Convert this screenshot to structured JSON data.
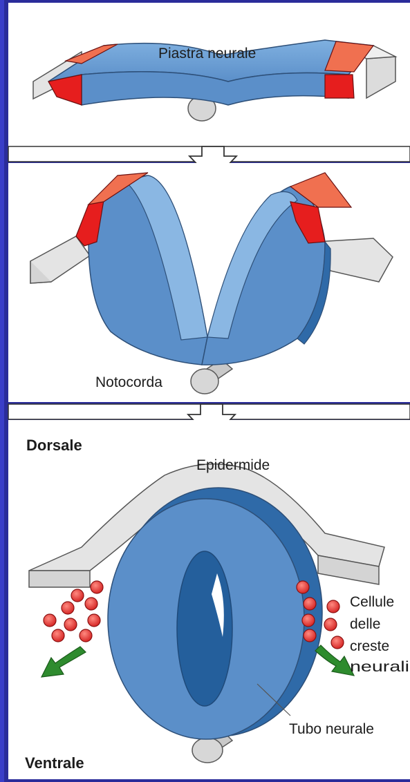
{
  "panels": {
    "top": {
      "label_plate": "Piastra neurale"
    },
    "middle": {
      "label_notochord": "Notocorda"
    },
    "bottom": {
      "label_dorsal": "Dorsale",
      "label_epidermis": "Epidermide",
      "label_neural_crest": [
        "Cellule",
        "delle",
        "creste",
        "neurali"
      ],
      "label_neural_tube": "Tubo neurale",
      "label_ventral": "Ventrale"
    }
  },
  "colors": {
    "slide_background": "#2a2c9a",
    "panel_background": "#ffffff",
    "neural_tissue": "#5b8fc9",
    "neural_tissue_dark": "#2f6aa8",
    "neural_crest_zone": "#e61e1e",
    "neural_crest_top": "#f07050",
    "epidermis": "#d9d9d9",
    "crest_cells": "#e03030",
    "migration_arrow": "#2e8b2e"
  }
}
